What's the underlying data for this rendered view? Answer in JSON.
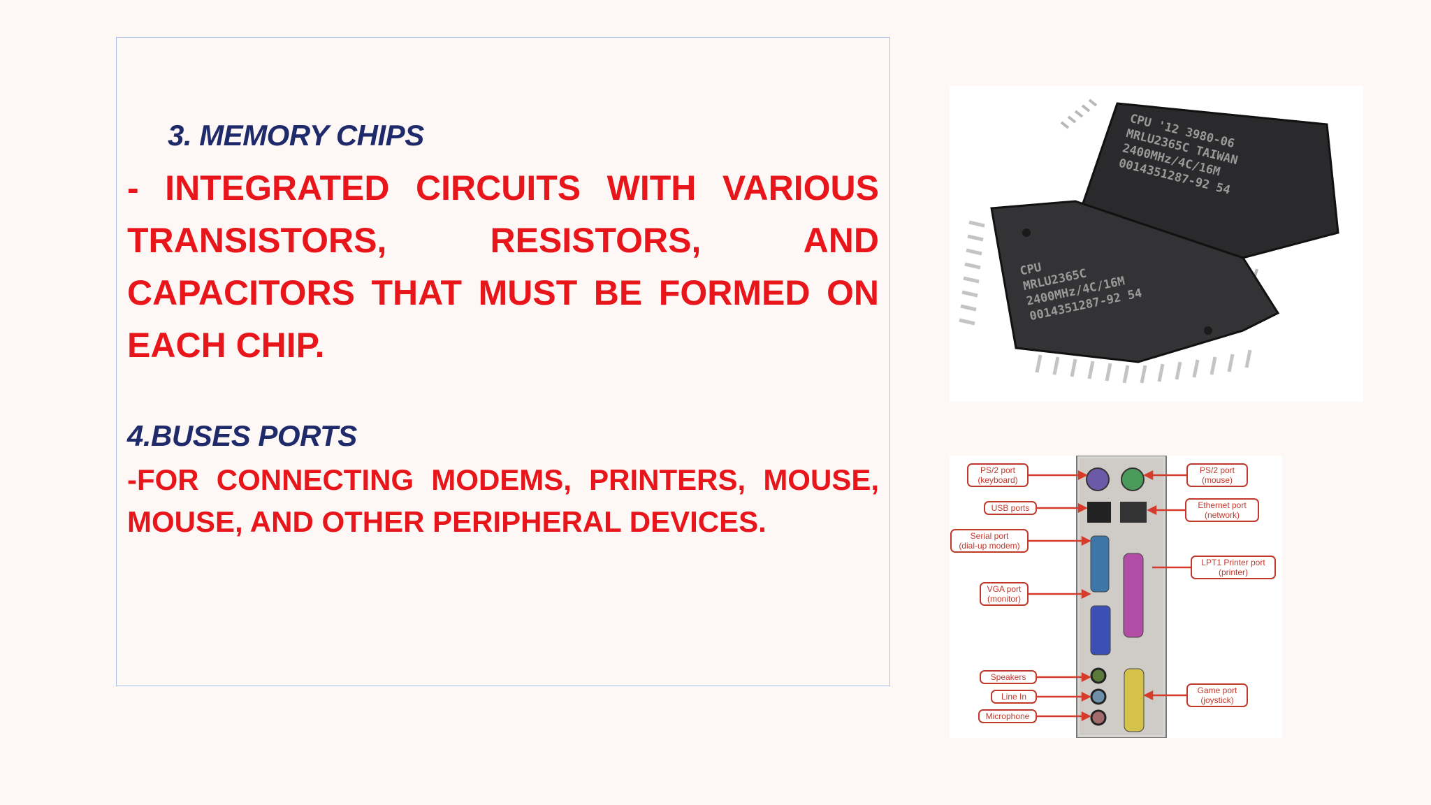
{
  "slide": {
    "section1": {
      "title": "3. MEMORY CHIPS",
      "description": "- INTEGRATED CIRCUITS WITH VARIOUS TRANSISTORS, RESISTORS, AND CAPACITORS THAT MUST BE FORMED ON EACH CHIP."
    },
    "section2": {
      "title": "4.BUSES PORTS",
      "description": "-FOR CONNECTING MODEMS, PRINTERS, MOUSE, MOUSE, AND OTHER PERIPHERAL DEVICES."
    }
  },
  "chip_image": {
    "chip_back_lines": [
      "CPU  '12  3980-06",
      "MRLU2365C  TAIWAN",
      "2400MHz/4C/16M",
      "0014351287-92  54"
    ],
    "chip_front_lines": [
      "CPU",
      "MRLU2365C",
      "2400MHz/4C/16M",
      "0014351287-92  54"
    ]
  },
  "port_image": {
    "labels": {
      "ps2_keyboard": [
        "PS/2 port",
        "(keyboard)"
      ],
      "usb": [
        "USB ports"
      ],
      "serial": [
        "Serial port",
        "(dial-up modem)"
      ],
      "vga": [
        "VGA port",
        "(monitor)"
      ],
      "speakers": [
        "Speakers"
      ],
      "line_in": [
        "Line In"
      ],
      "microphone": [
        "Microphone"
      ],
      "ps2_mouse": [
        "PS/2 port",
        "(mouse)"
      ],
      "ethernet": [
        "Ethernet port",
        "(network)"
      ],
      "lpt1": [
        "LPT1 Printer port",
        "(printer)"
      ],
      "game": [
        "Game port",
        "(joystick)"
      ]
    }
  },
  "colors": {
    "heading": "#1f2a6b",
    "body_text": "#e8161b",
    "border": "#a9c1e6",
    "background": "#fdf8f6"
  }
}
